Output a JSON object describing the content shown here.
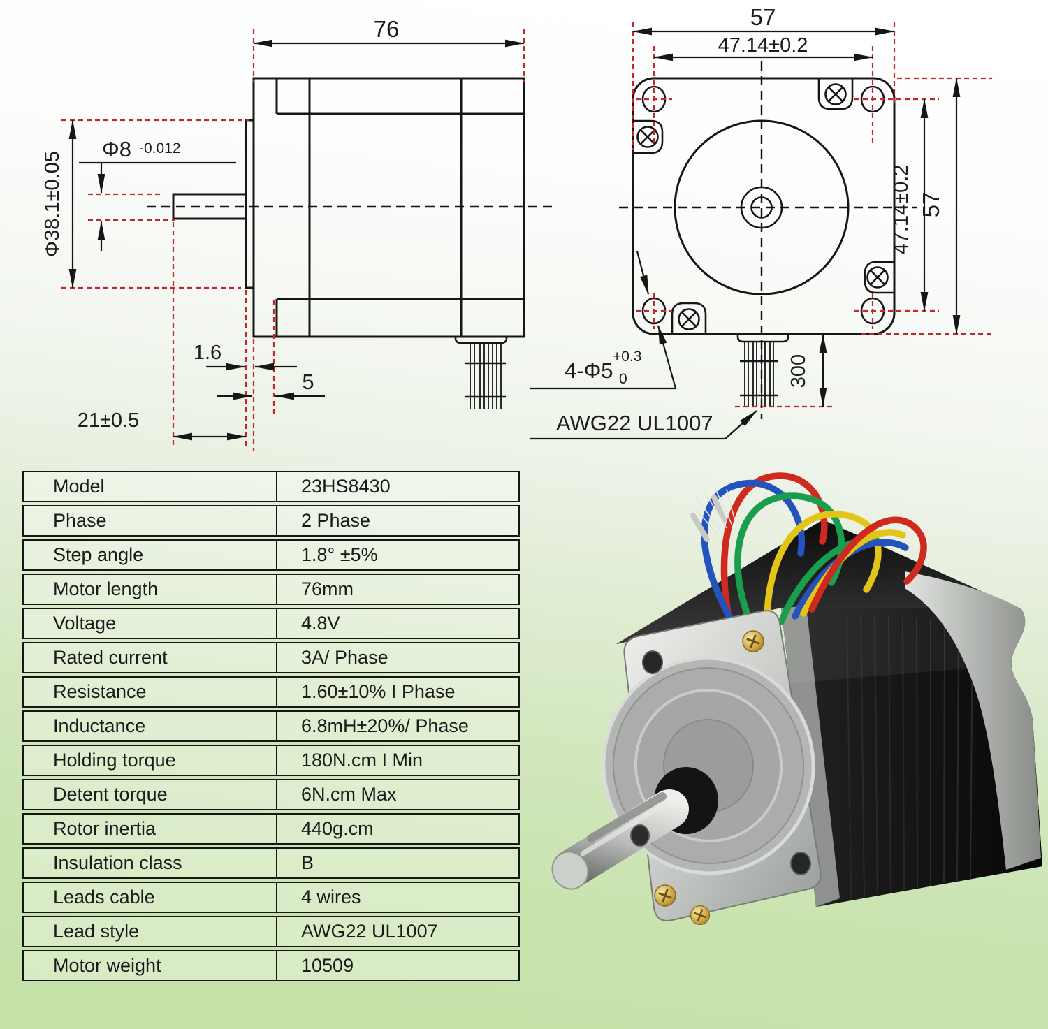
{
  "left_drawing": {
    "length": "76",
    "shaft_diameter": "Φ8",
    "shaft_tolerance": "-0.012",
    "pilot_diameter": "Φ38.1±0.05",
    "flange_thickness": "1.6",
    "front_step": "5",
    "shaft_length": "21±0.5"
  },
  "right_drawing": {
    "width": "57",
    "hole_spacing_horizontal": "47.14±0.2",
    "hole_spacing_vertical": "47.14±0.2",
    "height": "57",
    "lead_length": "300",
    "hole_callout": "4-Φ5",
    "hole_tol_upper": "+0.3",
    "hole_tol_lower": "0",
    "lead_label": "AWG22 UL1007"
  },
  "spec_table": {
    "rows": [
      {
        "label": "Model",
        "value": "23HS8430"
      },
      {
        "label": "Phase",
        "value": "2 Phase"
      },
      {
        "label": "Step angle",
        "value": "1.8° ±5%"
      },
      {
        "label": "Motor length",
        "value": "76mm"
      },
      {
        "label": "Voltage",
        "value": "4.8V"
      },
      {
        "label": "Rated current",
        "value": "3A/ Phase"
      },
      {
        "label": "Resistance",
        "value": "1.60±10% I Phase"
      },
      {
        "label": "Inductance",
        "value": "6.8mH±20%/ Phase"
      },
      {
        "label": "Holding torque",
        "value": "180N.cm I Min"
      },
      {
        "label": "Detent torque",
        "value": "6N.cm Max"
      },
      {
        "label": "Rotor inertia",
        "value": "440g.cm"
      },
      {
        "label": "Insulation class",
        "value": "B"
      },
      {
        "label": "Leads cable",
        "value": "4 wires"
      },
      {
        "label": "Lead style",
        "value": "AWG22 UL1007"
      },
      {
        "label": "Motor weight",
        "value": "10509"
      }
    ]
  },
  "colors": {
    "construction_red": "#c1272d",
    "drawing_line": "#161616",
    "background_top": "#ffffff",
    "background_bottom": "#c4e1a6",
    "wire_red": "#cf2a20",
    "wire_blue": "#2553bd",
    "wire_green": "#1a9e4e",
    "wire_yellow": "#e3c califa"
  }
}
